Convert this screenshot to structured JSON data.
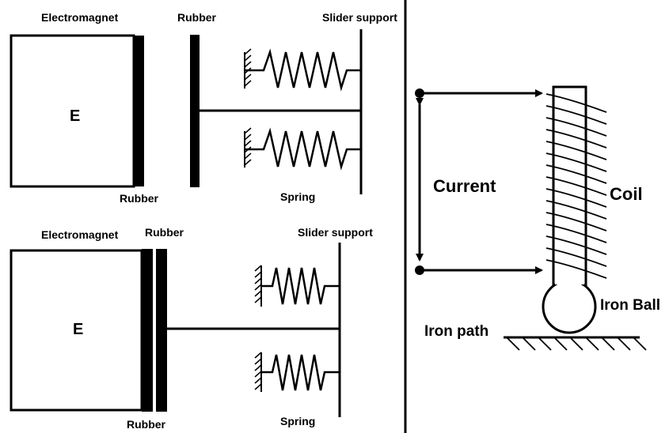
{
  "top_assembly": {
    "electromagnet_label": "Electromagnet",
    "core_letter": "E",
    "rubber_top_label": "Rubber",
    "rubber_bottom_label": "Rubber",
    "slider_support_label": "Slider support",
    "spring_label": "Spring"
  },
  "bottom_assembly": {
    "electromagnet_label": "Electromagnet",
    "core_letter": "E",
    "rubber_top_label": "Rubber",
    "rubber_bottom_label": "Rubber",
    "slider_support_label": "Slider support",
    "spring_label": "Spring"
  },
  "coil_assembly": {
    "current_label": "Current",
    "coil_label": "Coil",
    "iron_ball_label": "Iron Ball",
    "iron_path_label": "Iron path"
  },
  "colors": {
    "ink": "#000000",
    "background": "#ffffff"
  }
}
